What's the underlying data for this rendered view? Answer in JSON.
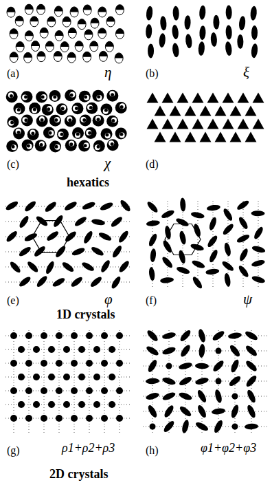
{
  "diagram": {
    "labels": [
      "(a)",
      "η",
      "(b)",
      "ξ",
      "(c)",
      "χ",
      "(d)",
      "hexatics",
      "(e)",
      "φ",
      "(f)",
      "ψ",
      "1D crystals",
      "(g)",
      "ρ1+ρ2+ρ3",
      "(h)",
      "φ1+φ2+φ3",
      "2D crystals"
    ]
  }
}
